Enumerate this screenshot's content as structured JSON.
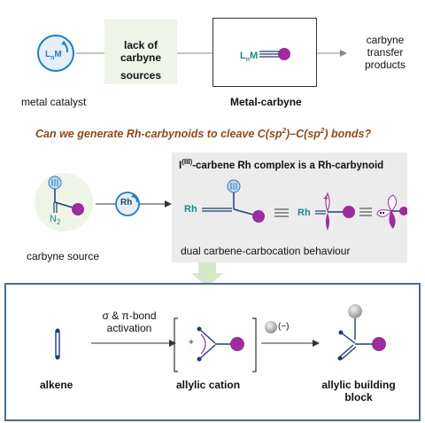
{
  "top": {
    "metal_catalyst_label": "metal catalyst",
    "metal_catalyst_symbol": "LnM",
    "lack_box_line1": "lack of carbyne",
    "lack_box_line2": "sources",
    "metal_carbyne_formula": "LnM",
    "metal_carbyne_label": "Metal-carbyne",
    "products_line1": "carbyne",
    "products_line2": "transfer",
    "products_line3": "products"
  },
  "question": {
    "prefix": "Can we generate Rh-carbynoids to cleave C(sp",
    "sup1": "2",
    "middle": ")–C(sp",
    "sup2": "2",
    "suffix": ") bonds?"
  },
  "middle": {
    "carbyne_source_label": "carbyne source",
    "n2_label": "N",
    "n2_sub": "2",
    "rh_label": "Rh",
    "panel_title_pre": "I",
    "panel_title_sup": "(III)",
    "panel_title_post": "-carbene Rh complex is a Rh-carbynoid",
    "rh_struct1": "Rh",
    "rh_struct2": "Rh",
    "plus_sign": "+",
    "panel_caption": "dual carbene-carbocation behaviour"
  },
  "bottom": {
    "alkene_label": "alkene",
    "activation_line1": "σ & π-bond",
    "activation_line2": "activation",
    "allylic_cation_label": "allylic cation",
    "plus_sign": "+",
    "nucleophile_label": "(−)",
    "building_block_line1": "allylic building",
    "building_block_line2": "block"
  },
  "colors": {
    "purple": "#9b2d9e",
    "teal": "#1a8a8a",
    "navy": "#1f3f73",
    "blue_icon": "#1f7fc1",
    "green_box": "#eef5e6",
    "brown": "#8b4a1c",
    "panel_border": "#4a6f8a"
  }
}
